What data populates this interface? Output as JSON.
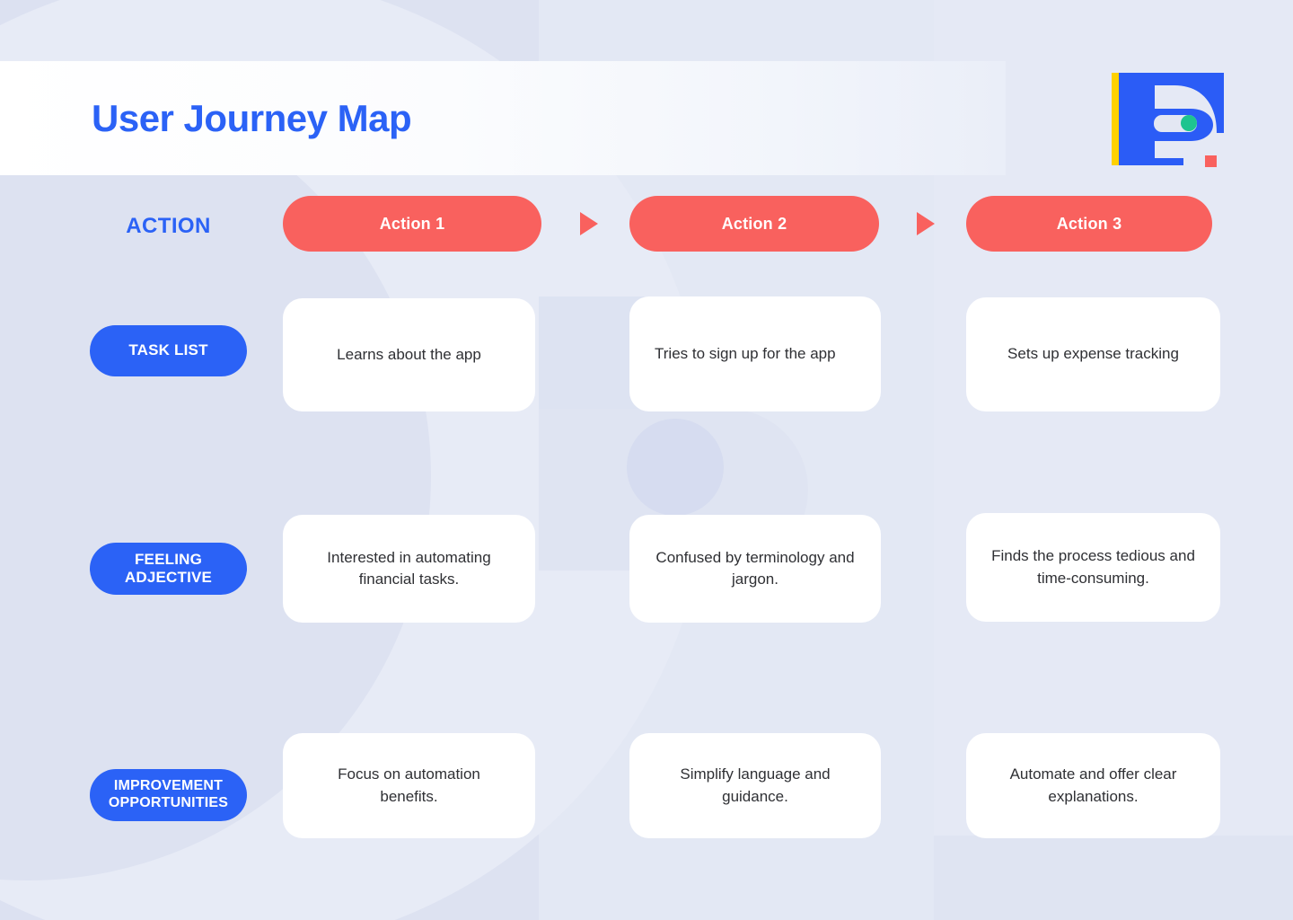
{
  "header": {
    "title": "User Journey Map",
    "title_color": "#2b62f6",
    "logo_name": "brand-logo-f"
  },
  "theme": {
    "background": "#dde2f1",
    "accent_blue": "#2b62f6",
    "accent_coral": "#f9615e",
    "card_bg": "#ffffff",
    "logo_yellow": "#ffd100",
    "logo_green": "#1ec48f",
    "logo_blue": "#2b5cf6",
    "logo_red": "#f9615e"
  },
  "chart_data": {
    "type": "table",
    "title": "User Journey Map",
    "columns": [
      "Action 1",
      "Action 2",
      "Action 3"
    ],
    "rows": [
      {
        "label": "ACTION",
        "style": "plain",
        "values": [
          "Action 1",
          "Action 2",
          "Action 3"
        ]
      },
      {
        "label": "TASK LIST",
        "style": "pill",
        "values": [
          "Learns about the app",
          "Tries to sign up for the app",
          "Sets up expense tracking"
        ]
      },
      {
        "label": "FEELING ADJECTIVE",
        "style": "pill",
        "values": [
          "Interested in automating financial tasks.",
          "Confused by terminology and jargon.",
          "Finds the process tedious and time-consuming."
        ]
      },
      {
        "label": "IMPROVEMENT OPPORTUNITIES",
        "style": "pill",
        "values": [
          "Focus on automation benefits.",
          "Simplify language and guidance.",
          "Automate and offer clear explanations."
        ]
      }
    ]
  },
  "rows": {
    "action": {
      "label": "ACTION",
      "pill_1": "Action 1",
      "pill_2": "Action 2",
      "pill_3": "Action 3"
    },
    "task_list": {
      "label": "TASK LIST",
      "card_1": "Learns about the app",
      "card_2": "Tries to sign up for the app",
      "card_3": "Sets up expense tracking"
    },
    "feeling": {
      "label_line_1": "FEELING",
      "label_line_2": "ADJECTIVE",
      "card_1": "Interested in automating financial tasks.",
      "card_2": "Confused by terminology and jargon.",
      "card_3": "Finds the process tedious and time-consuming."
    },
    "improvement": {
      "label_line_1": "IMPROVEMENT",
      "label_line_2": "OPPORTUNITIES",
      "card_1": "Focus on automation benefits.",
      "card_2": "Simplify language and guidance.",
      "card_3": "Automate and offer clear explanations."
    }
  },
  "icons": {
    "arrow_1": "arrow-right-triangle-icon",
    "arrow_2": "arrow-right-triangle-icon"
  }
}
